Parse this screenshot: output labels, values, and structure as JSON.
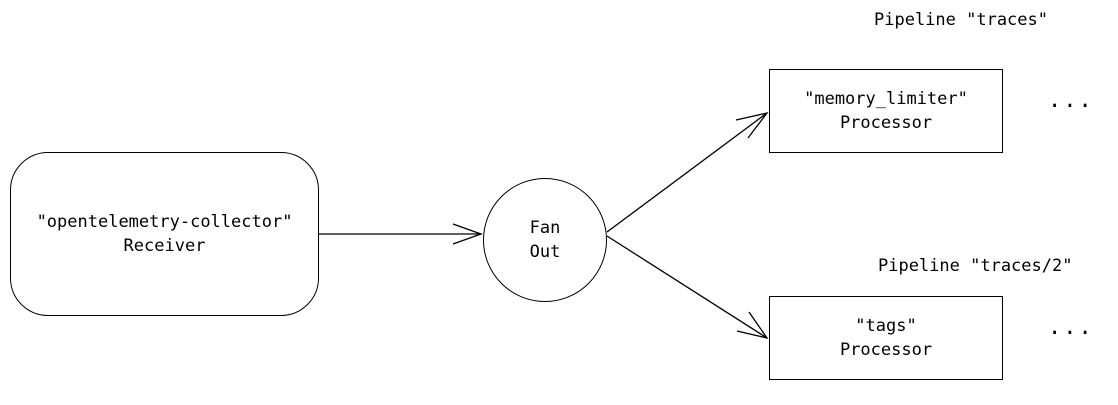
{
  "nodes": {
    "receiver": {
      "line1": "\"opentelemetry-collector\"",
      "line2": "Receiver"
    },
    "fanout": {
      "line1": "Fan",
      "line2": "Out"
    },
    "memory_limiter": {
      "line1": "\"memory_limiter\"",
      "line2": "Processor"
    },
    "tags": {
      "line1": "\"tags\"",
      "line2": "Processor"
    }
  },
  "pipelines": {
    "traces": "Pipeline \"traces\"",
    "traces2": "Pipeline \"traces/2\""
  },
  "continuation": "...",
  "edges": [
    {
      "from": "receiver",
      "to": "fanout"
    },
    {
      "from": "fanout",
      "to": "memory_limiter"
    },
    {
      "from": "fanout",
      "to": "tags"
    }
  ],
  "colors": {
    "stroke": "#000000",
    "background": "#ffffff"
  }
}
